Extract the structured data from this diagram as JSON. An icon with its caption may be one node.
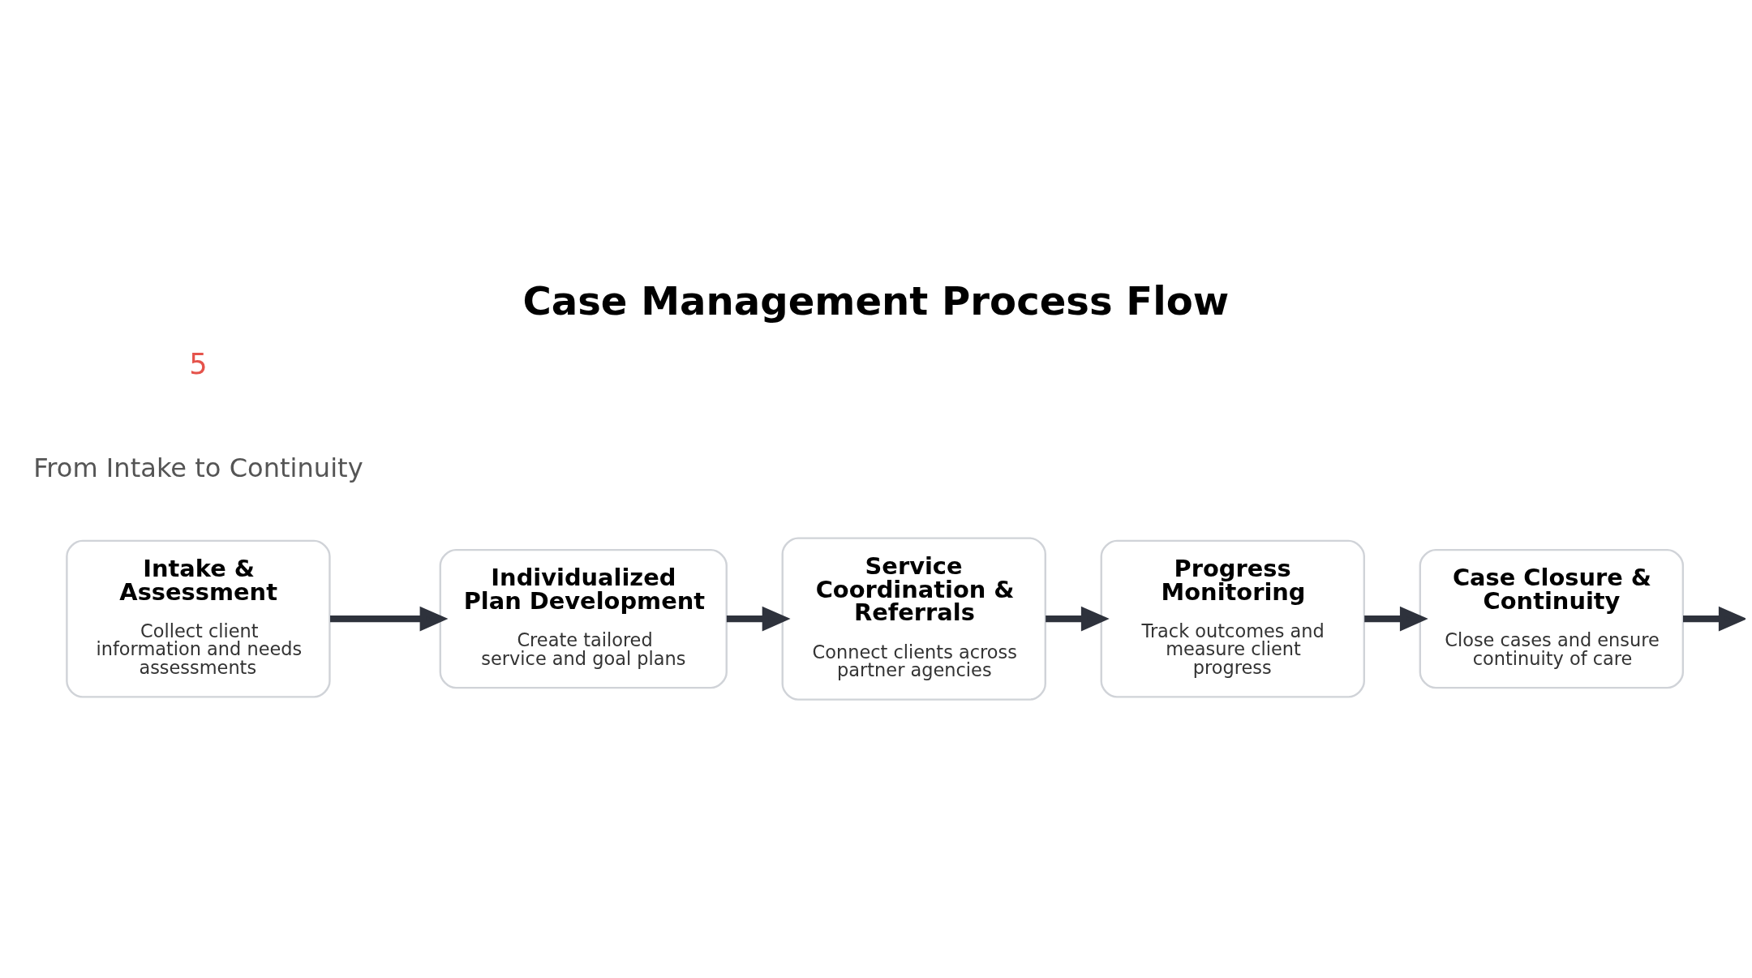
{
  "diagram": {
    "title": "Case Management Process Flow",
    "nodes": [
      {
        "text": [
          "Intake & Assessment",
          "Collect client information and needs assessments"
        ]
      },
      {
        "text": [
          "Individualized Plan Development",
          "Create tailored service and goal plans"
        ]
      },
      {
        "text": [
          "Service Coordination & Referrals",
          "Connect clients across partner agencies"
        ]
      },
      {
        "text": [
          "Progress Monitoring",
          "Track outcomes and measure client progress"
        ]
      },
      {
        "text": [
          "Case Closure & Continuity",
          "Close cases and ensure continuity of care"
        ]
      }
    ],
    "edges": [
      {
        "from": 0,
        "to": 1,
        "arrow": "to"
      },
      {
        "from": 1,
        "to": 2,
        "arrow": "to"
      },
      {
        "from": 2,
        "to": 3,
        "arrow": "to"
      },
      {
        "from": 3,
        "to": 4,
        "arrow": "to"
      },
      {
        "from": 4,
        "to": null,
        "arrow": "to"
      }
    ],
    "labels": [
      "From Intake to Continuity",
      "5"
    ]
  }
}
